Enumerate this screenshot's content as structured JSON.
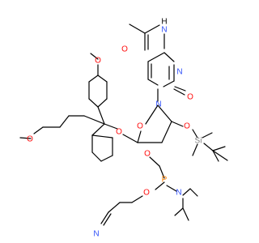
{
  "colors": {
    "bond": "#000000",
    "oxygen": "#ff0d0d",
    "nitrogen": "#3050f8",
    "silicon": "#808080",
    "phosphorus": "#ff8000",
    "background": "#ffffff"
  },
  "atoms": {
    "acetyl_o": "O",
    "amide_n": "N",
    "amide_h": "H",
    "ring_n3": "N",
    "ring_n1": "N",
    "c2_o": "O",
    "methoxy_o_top": "O",
    "methoxy_o_left": "O",
    "ether_o": "O",
    "furanose_o": "O",
    "silyl_o": "O",
    "si": "Si",
    "phosphite_o": "O",
    "p": "P",
    "amine_n": "N",
    "cyano_o": "O",
    "nitrile_n": "N"
  }
}
